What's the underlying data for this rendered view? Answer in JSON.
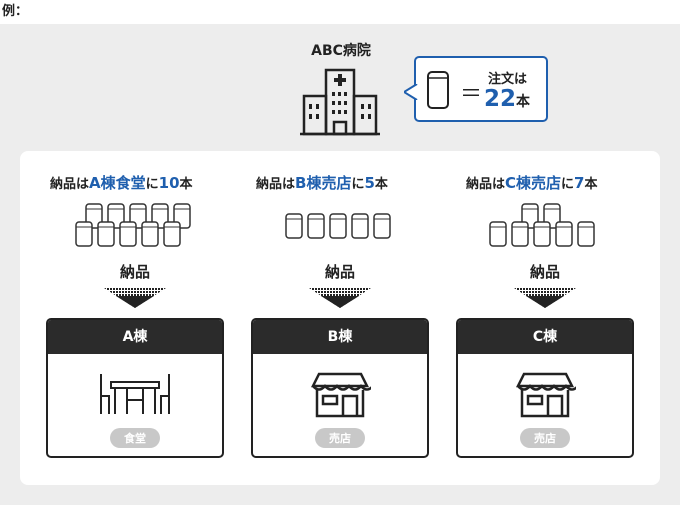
{
  "example_label": "例：",
  "hospital": {
    "name": "ABC病院",
    "icon": "hospital-icon"
  },
  "order": {
    "label": "注文は",
    "quantity": "22",
    "unit": "本",
    "equals": "＝",
    "icon": "can-icon"
  },
  "columns": [
    {
      "pre": "納品は",
      "dest": "A棟食堂",
      "mid": "に",
      "count": "10",
      "unit": "本",
      "deliver": "納品",
      "building": "A棟",
      "facility": "食堂",
      "icon": "table-chairs-icon"
    },
    {
      "pre": "納品は",
      "dest": "B棟売店",
      "mid": "に",
      "count": "5",
      "unit": "本",
      "deliver": "納品",
      "building": "B棟",
      "facility": "売店",
      "icon": "shop-icon"
    },
    {
      "pre": "納品は",
      "dest": "C棟売店",
      "mid": "に",
      "count": "7",
      "unit": "本",
      "deliver": "納品",
      "building": "C棟",
      "facility": "売店",
      "icon": "shop-icon"
    }
  ],
  "colors": {
    "accent": "#1f5fae",
    "dark": "#2b2b2b",
    "pill": "#c8c8c8"
  }
}
